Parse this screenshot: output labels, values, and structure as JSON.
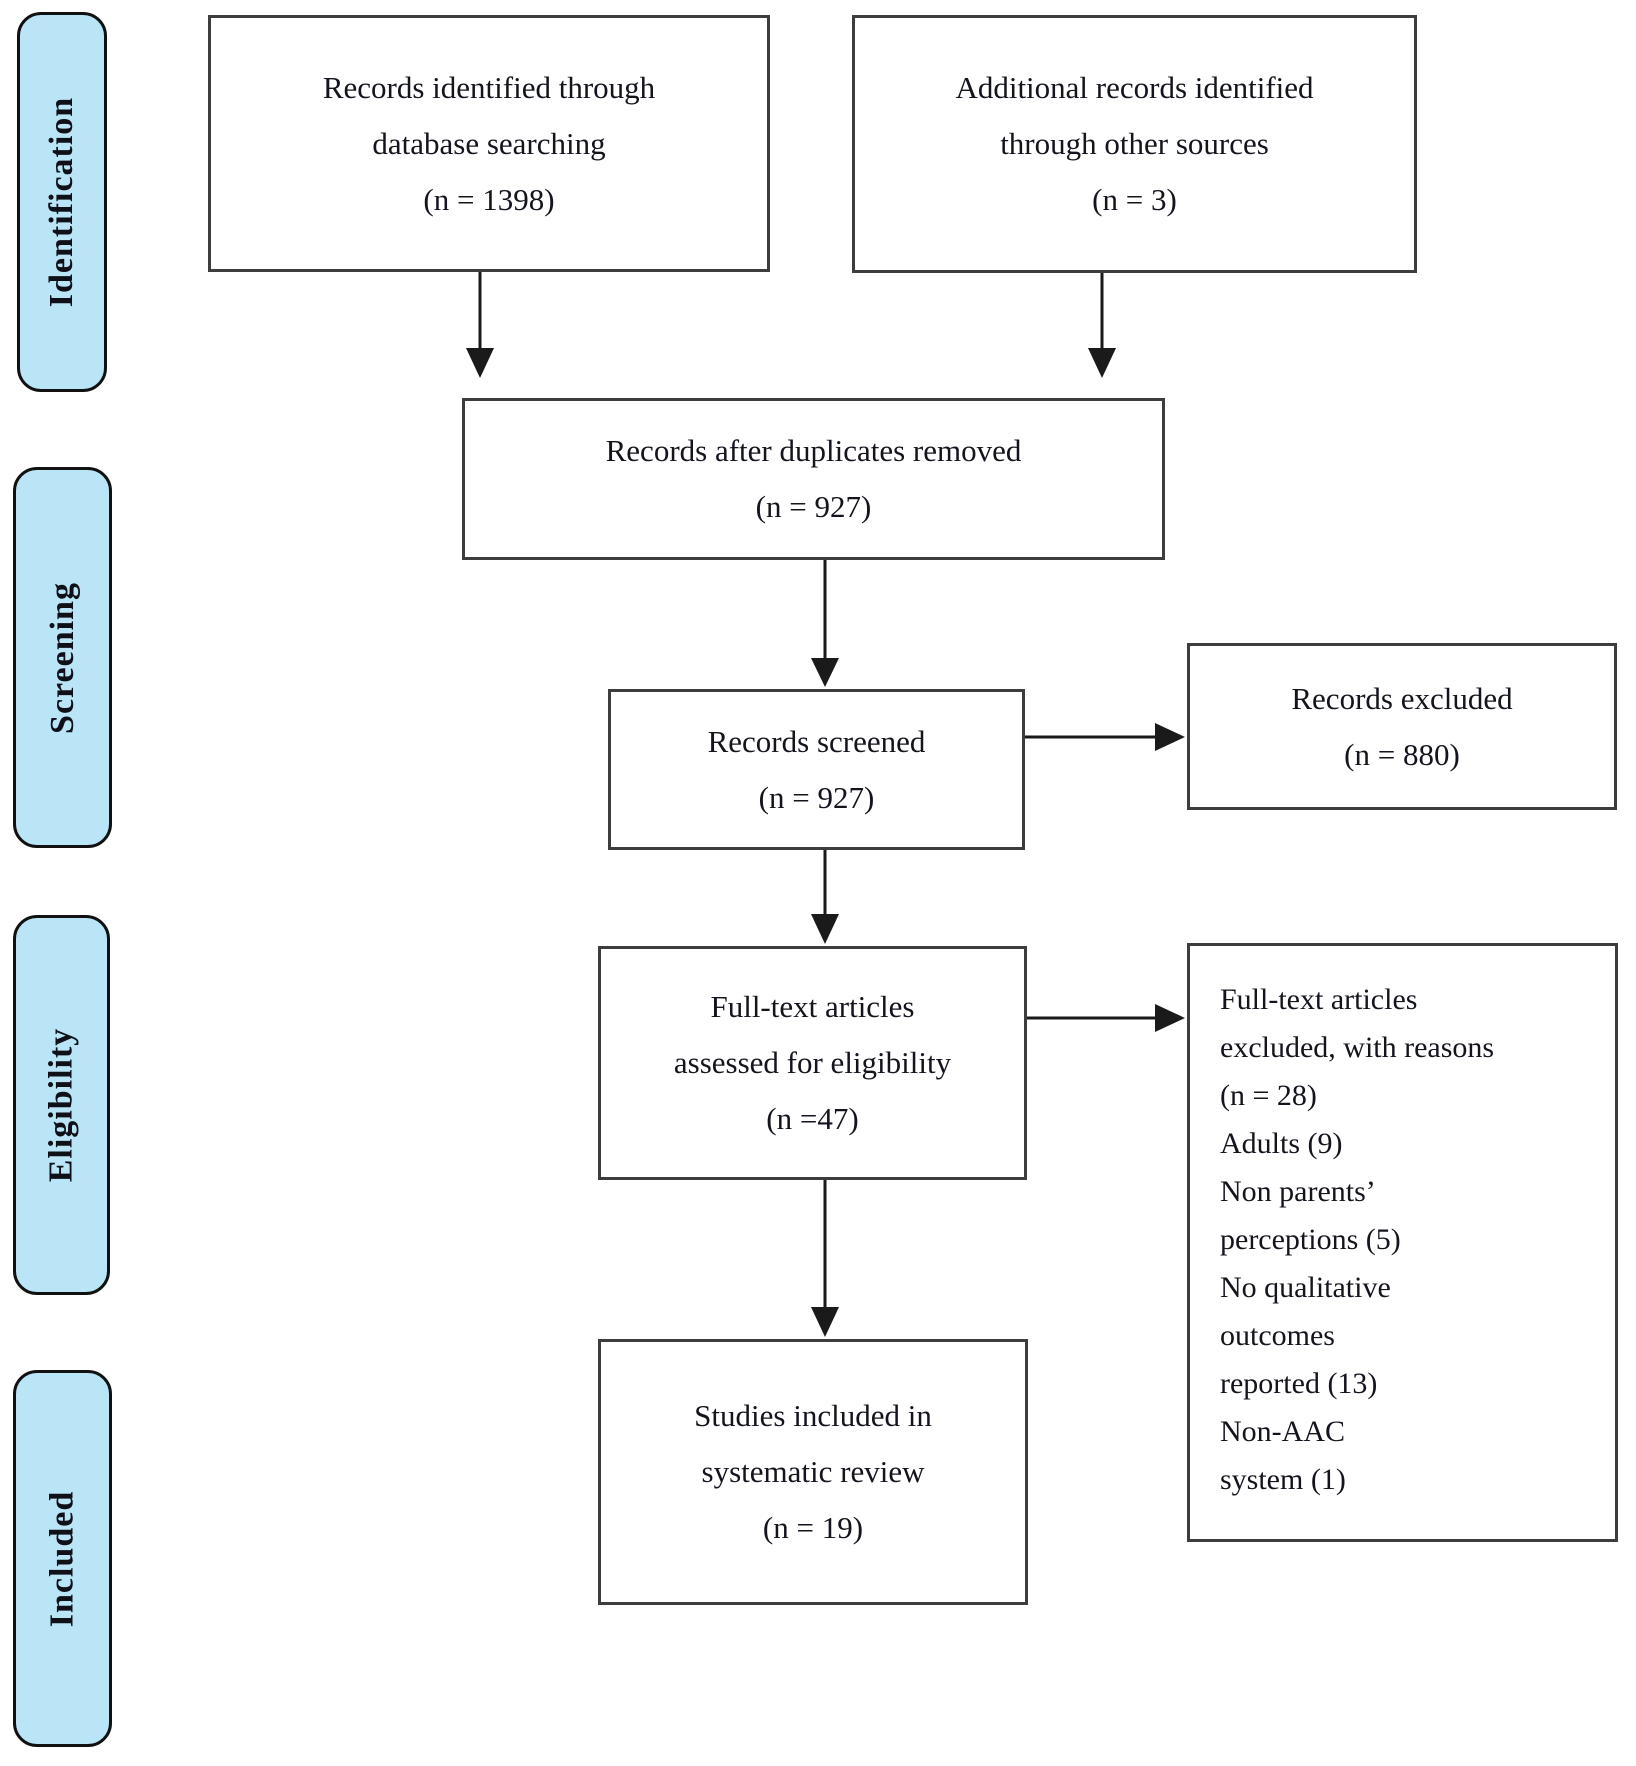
{
  "diagram_type": "PRISMA flow diagram",
  "colors": {
    "stage_fill": "#b9e5f7",
    "stage_border": "#111111",
    "box_border": "#3d3d3d",
    "text": "#14141e",
    "arrow": "#1a1a1a",
    "background": "#ffffff"
  },
  "stages": [
    {
      "label": "Identification"
    },
    {
      "label": "Screening"
    },
    {
      "label": "Eligibility"
    },
    {
      "label": "Included"
    }
  ],
  "boxes": {
    "identified": {
      "text": "Records identified through\ndatabase searching\n(n = 1398)"
    },
    "additional": {
      "text": "Additional records identified\nthrough other sources\n(n = 3)"
    },
    "deduplicated": {
      "text": "Records after duplicates removed\n(n = 927)"
    },
    "screened": {
      "text": "Records screened\n(n = 927)"
    },
    "records_excluded": {
      "text": "Records excluded\n(n = 880)"
    },
    "fulltext_assessed": {
      "text": "Full-text articles\nassessed for eligibility\n(n =47)"
    },
    "fulltext_excluded": {
      "text": "Full-text articles\nexcluded, with reasons\n(n = 28)\nAdults (9)\nNon parents’\nperceptions (5)\nNo qualitative\noutcomes\nreported (13)\nNon-AAC\nsystem (1)"
    },
    "included_studies": {
      "text": "Studies included in\nsystematic review\n(n = 19)"
    }
  }
}
